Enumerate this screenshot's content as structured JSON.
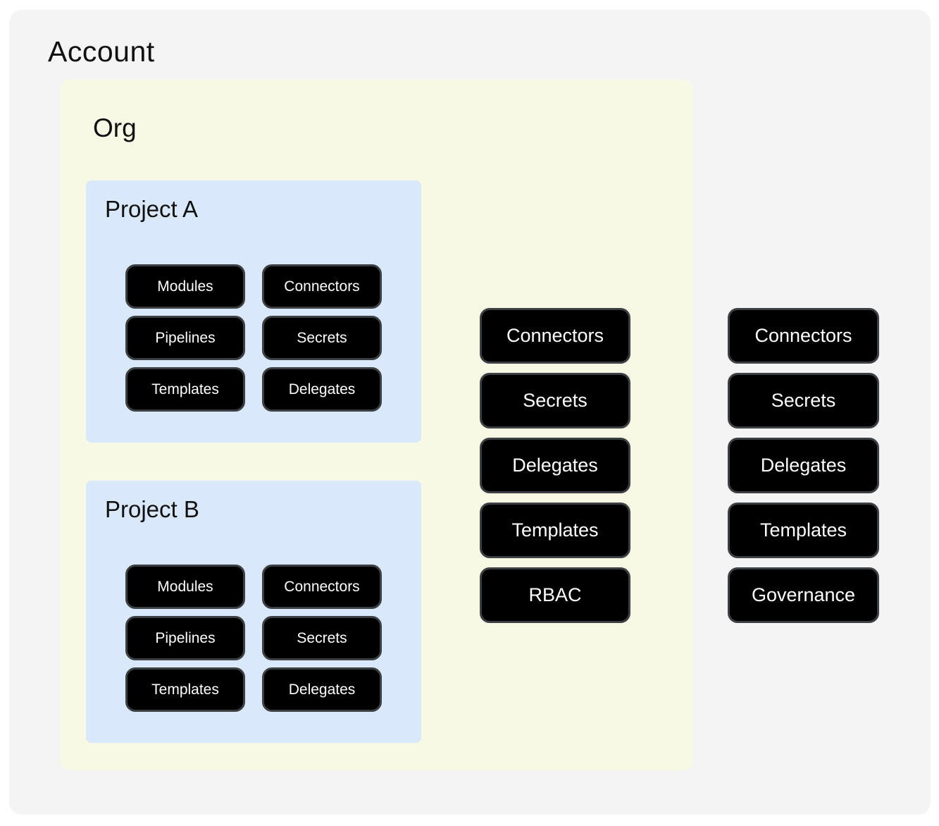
{
  "diagram": {
    "account": {
      "title": "Account",
      "resources": [
        "Connectors",
        "Secrets",
        "Delegates",
        "Templates",
        "Governance"
      ]
    },
    "org": {
      "title": "Org",
      "resources": [
        "Connectors",
        "Secrets",
        "Delegates",
        "Templates",
        "RBAC"
      ],
      "projects": [
        {
          "title": "Project A",
          "resources": [
            "Modules",
            "Connectors",
            "Pipelines",
            "Secrets",
            "Templates",
            "Delegates"
          ]
        },
        {
          "title": "Project B",
          "resources": [
            "Modules",
            "Connectors",
            "Pipelines",
            "Secrets",
            "Templates",
            "Delegates"
          ]
        }
      ]
    },
    "colors": {
      "account_bg": "#f4f4f4",
      "org_bg": "#f7f9e4",
      "project_bg": "#d9e9fb",
      "node_bg": "#000000",
      "node_border": "#3d4043",
      "node_text": "#ffffff",
      "title_text": "#111111"
    }
  }
}
